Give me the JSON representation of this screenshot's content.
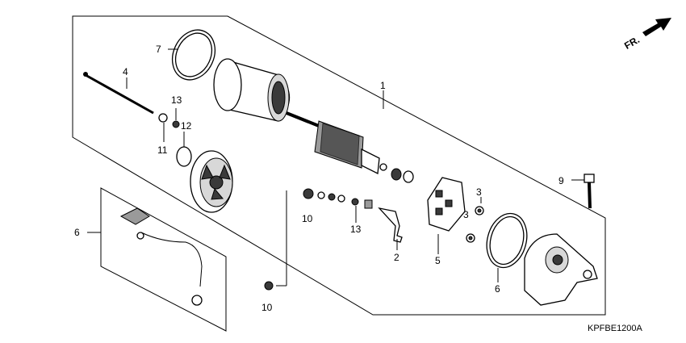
{
  "diagram": {
    "diagram_code": "KPFBE1200A",
    "direction_label": "FR.",
    "callouts": [
      {
        "id": "c1",
        "label": "1"
      },
      {
        "id": "c2",
        "label": "2"
      },
      {
        "id": "c3a",
        "label": "3"
      },
      {
        "id": "c3b",
        "label": "3"
      },
      {
        "id": "c4",
        "label": "4"
      },
      {
        "id": "c5",
        "label": "5"
      },
      {
        "id": "c6a",
        "label": "6"
      },
      {
        "id": "c6b",
        "label": "6"
      },
      {
        "id": "c7",
        "label": "7"
      },
      {
        "id": "c9",
        "label": "9"
      },
      {
        "id": "c10a",
        "label": "10"
      },
      {
        "id": "c10b",
        "label": "10"
      },
      {
        "id": "c11",
        "label": "11"
      },
      {
        "id": "c12",
        "label": "12"
      },
      {
        "id": "c13a",
        "label": "13"
      },
      {
        "id": "c13b",
        "label": "13"
      }
    ]
  }
}
